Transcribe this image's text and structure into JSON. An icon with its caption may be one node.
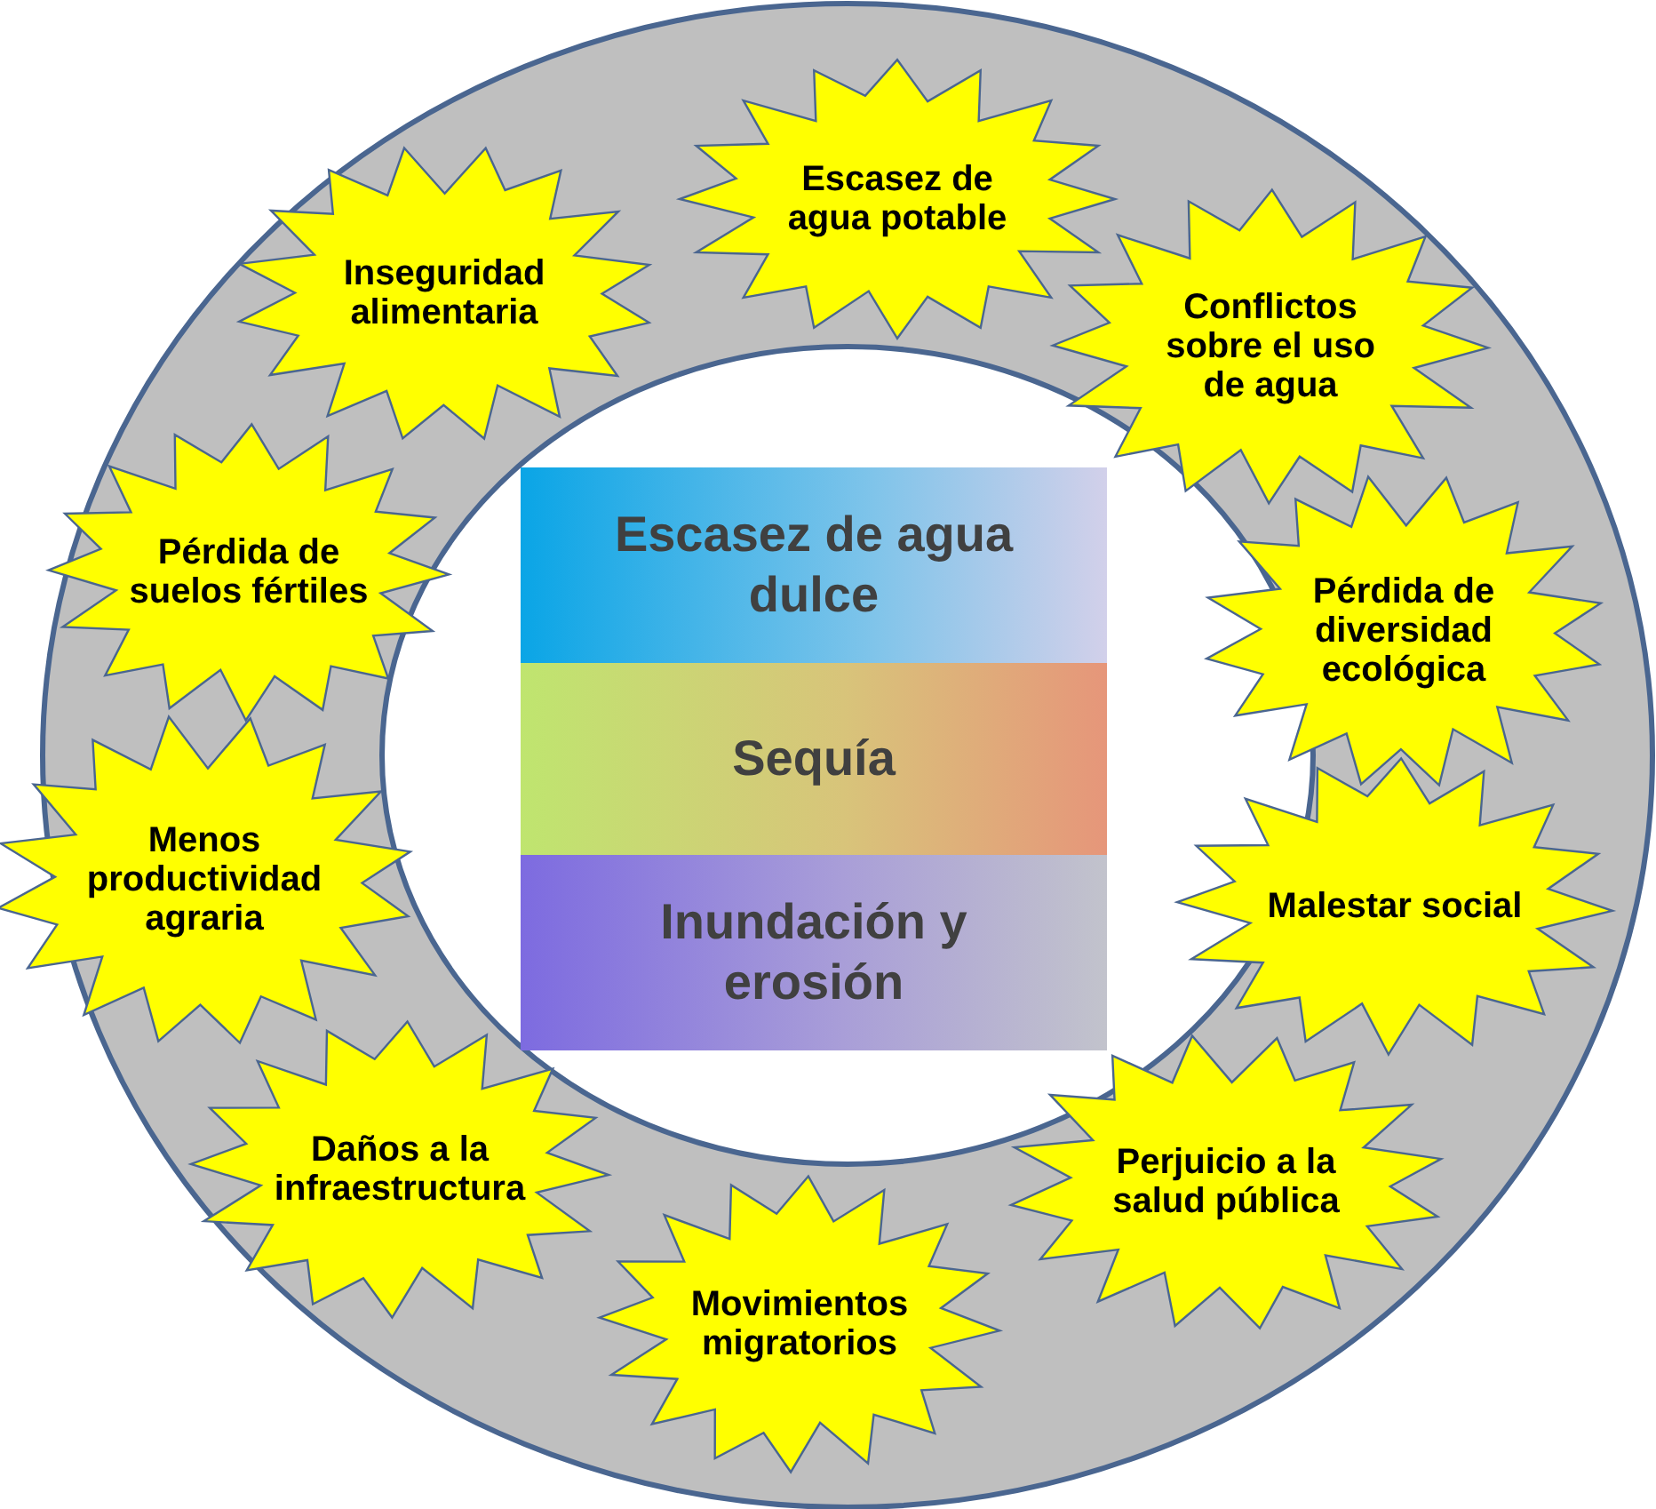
{
  "diagram": {
    "nodes": [
      {
        "text": [
          "Escasez de agua potable"
        ]
      },
      {
        "text": [
          "Inseguridad alimentaria"
        ]
      },
      {
        "text": [
          "Conflictos sobre el uso de agua"
        ]
      },
      {
        "text": [
          "Escasez de agua dulce"
        ]
      },
      {
        "text": [
          "Pérdida de suelos fértiles"
        ]
      },
      {
        "text": [
          "Pérdida de diversidad ecológica"
        ]
      },
      {
        "text": [
          "Sequía"
        ]
      },
      {
        "text": [
          "Menos productividad agraria"
        ]
      },
      {
        "text": [
          "Malestar social"
        ]
      },
      {
        "text": [
          "Inundación y erosión"
        ]
      },
      {
        "text": [
          "Daños a la infraestructura"
        ]
      },
      {
        "text": [
          "Perjuicio a la salud pública"
        ]
      },
      {
        "text": [
          "Movimientos migratorios"
        ]
      }
    ]
  }
}
